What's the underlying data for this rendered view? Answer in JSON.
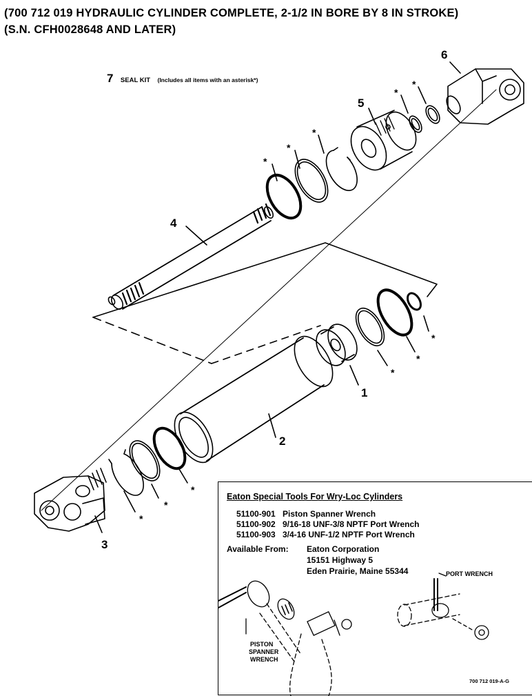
{
  "title": {
    "line1": "(700 712 019 HYDRAULIC CYLINDER COMPLETE, 2-1/2 IN BORE BY 8 IN STROKE)",
    "line2": "(S.N. CFH0028648 AND LATER)"
  },
  "seal_kit": {
    "number": "7",
    "label": "SEAL KIT",
    "note": "(Includes all items with an asterisk*)"
  },
  "callouts": {
    "c1": "1",
    "c2": "2",
    "c3": "3",
    "c4": "4",
    "c5": "5",
    "c6": "6"
  },
  "asterisk": "*",
  "tools_box": {
    "heading": "Eaton Special Tools For Wry-Loc Cylinders",
    "tools": [
      {
        "part": "51100-901",
        "name": "Piston Spanner Wrench"
      },
      {
        "part": "51100-902",
        "name": "9/16-18 UNF-3/8 NPTF Port Wrench"
      },
      {
        "part": "51100-903",
        "name": "3/4-16 UNF-1/2 NPTF Port Wrench"
      }
    ],
    "available_label": "Available From:",
    "address": [
      "Eaton Corporation",
      "15151 Highway 5",
      "Eden Prairie, Maine  55344"
    ],
    "port_wrench_label": "PORT WRENCH",
    "piston_wrench_label": [
      "PISTON",
      "SPANNER",
      "WRENCH"
    ]
  },
  "figure_id": "700 712 019-A-G"
}
